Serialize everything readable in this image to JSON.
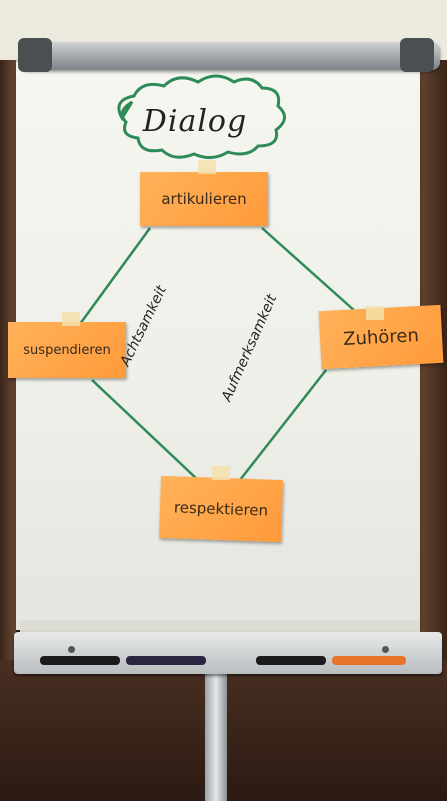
{
  "flipchart": {
    "title": "Dialog",
    "cards": {
      "top": "artikulieren",
      "left": "suspendieren",
      "right": "Zuhören",
      "bottom": "respektieren"
    },
    "diagonals": {
      "left": "Achtsamkeit",
      "right": "Aufmerksamkeit"
    }
  },
  "colors": {
    "card": "#ff9f40",
    "line": "#2e8b57",
    "cloud": "#2e8b57"
  }
}
